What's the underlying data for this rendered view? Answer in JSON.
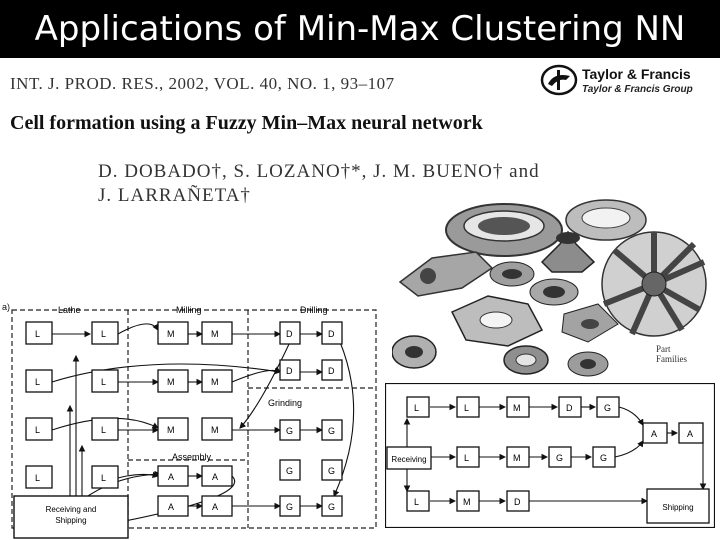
{
  "slide": {
    "title": "Applications of Min-Max Clustering NN"
  },
  "paper": {
    "citation": "INT. J. PROD. RES., 2002, VOL. 40, NO. 1, 93–107",
    "title": "Cell formation using a Fuzzy Min–Max neural network",
    "authors_line1": "D. DOBADO†, S. LOZANO†*, J. M. BUENO† and",
    "authors_line2": "J. LARRAÑETA†"
  },
  "publisher": {
    "name": "Taylor & Francis",
    "group": "Taylor & Francis Group"
  },
  "photo": {
    "caption_line1": "Part",
    "caption_line2": "Families"
  },
  "diagram_a": {
    "panel_label": "a)",
    "sections": {
      "lathe": "Lathe",
      "milling": "Milling",
      "drilling": "Drilling",
      "grinding": "Grinding",
      "assembly": "Assembly"
    },
    "receiving_line1": "Receiving and",
    "receiving_line2": "Shipping",
    "machines": {
      "l": "L",
      "m": "M",
      "d": "D",
      "g": "G",
      "a": "A"
    }
  },
  "diagram_b": {
    "receiving": "Receiving",
    "shipping": "Shipping",
    "machines": {
      "l": "L",
      "m": "M",
      "d": "D",
      "g": "G",
      "a": "A"
    }
  }
}
